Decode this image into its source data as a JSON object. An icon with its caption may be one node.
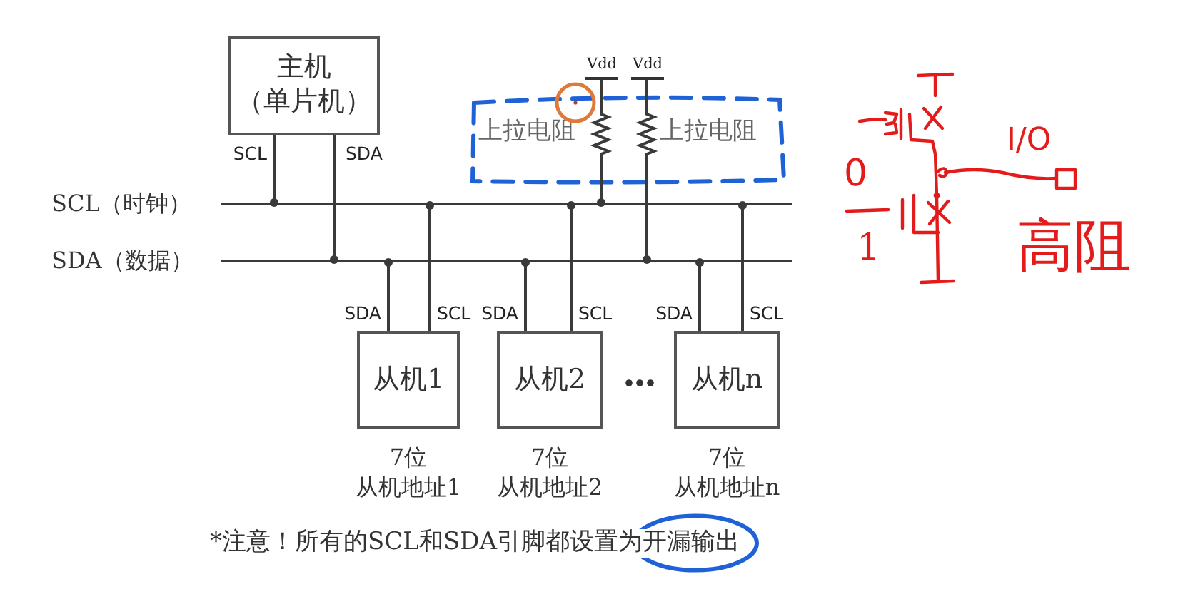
{
  "diagram": {
    "nodes": [
      {
        "text": [
          "主机",
          "（单片机）"
        ]
      },
      {
        "text": [
          "Vdd"
        ]
      },
      {
        "text": [
          "Vdd"
        ]
      },
      {
        "text": [],
        "shape": "line",
        "beside": [
          "SCL（时钟）"
        ]
      },
      {
        "text": [],
        "shape": "line",
        "beside": [
          "SDA（数据）"
        ]
      },
      {
        "text": [
          "从机1"
        ],
        "beside": [
          "7位",
          "从机地址1"
        ]
      },
      {
        "text": [
          "从机2"
        ],
        "beside": [
          "7位",
          "从机地址2"
        ]
      },
      {
        "text": [
          "从机n"
        ],
        "beside": [
          "7位",
          "从机地址n"
        ]
      }
    ],
    "edges": [
      {
        "from": 0,
        "to": 3,
        "arrow": "other",
        "label": "SCL"
      },
      {
        "from": 0,
        "to": 4,
        "arrow": "other",
        "label": "SDA"
      },
      {
        "from": 1,
        "to": 3,
        "arrow": "other"
      },
      {
        "from": 2,
        "to": 4,
        "arrow": "other"
      },
      {
        "from": 5,
        "to": 4,
        "arrow": "other",
        "label": "SDA"
      },
      {
        "from": 5,
        "to": 3,
        "arrow": "other",
        "label": "SCL"
      },
      {
        "from": 6,
        "to": 4,
        "arrow": "other",
        "label": "SDA"
      },
      {
        "from": 6,
        "to": 3,
        "arrow": "other",
        "label": "SCL"
      },
      {
        "from": 7,
        "to": 4,
        "arrow": "other",
        "label": "SDA"
      },
      {
        "from": 7,
        "to": 3,
        "arrow": "other",
        "label": "SCL"
      }
    ],
    "labels": [
      "上拉电阻",
      "上拉电阻",
      "I/O",
      "0",
      "1",
      "高阻",
      "*注意！所有的SCL和SDA引脚都设置为开漏输出"
    ]
  }
}
